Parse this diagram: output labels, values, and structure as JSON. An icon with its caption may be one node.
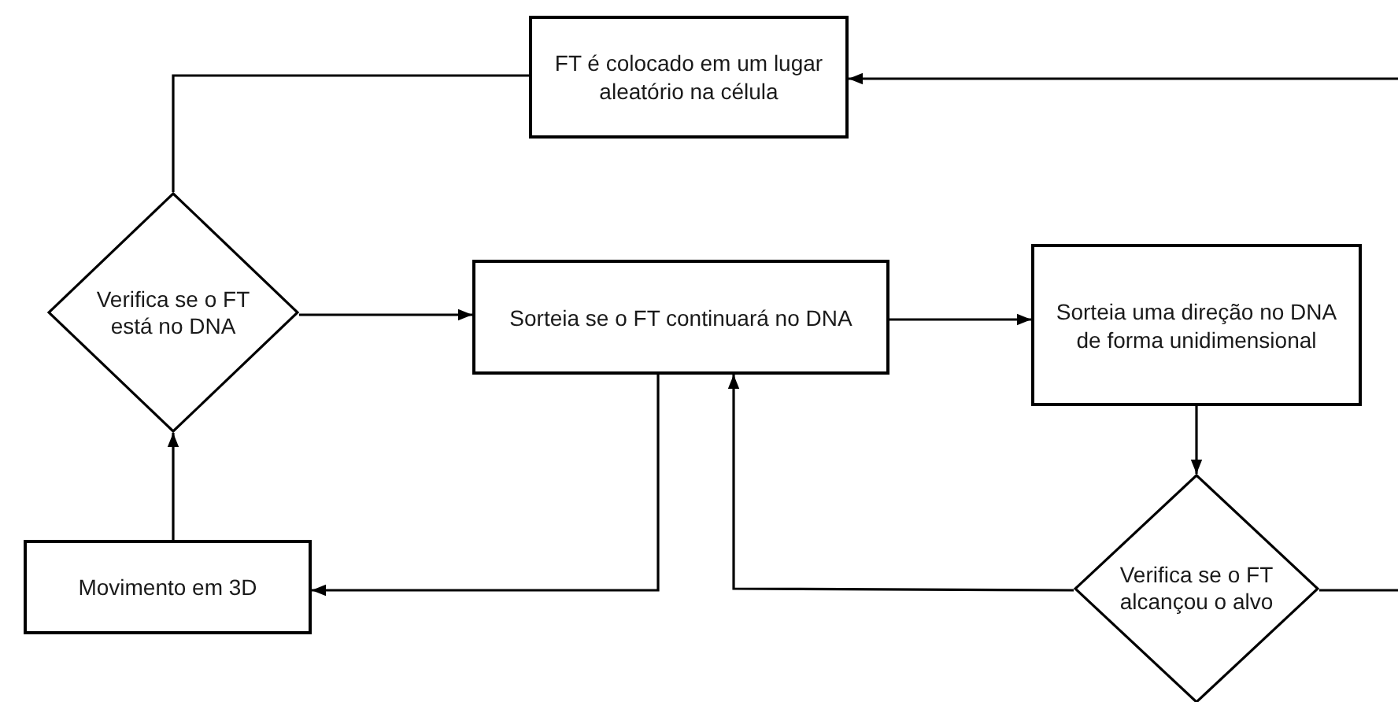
{
  "diagram": {
    "nodes": [
      {
        "text": [
          "FT é colocado em um lugar aleatório na célula"
        ]
      },
      {
        "text": [
          "Verifica se o FT está no DNA"
        ]
      },
      {
        "text": [
          "Sorteia se o FT continuará no DNA"
        ]
      },
      {
        "text": [
          "Sorteia uma direção no DNA de forma unidimensional"
        ]
      },
      {
        "text": [
          "Movimento em 3D"
        ]
      },
      {
        "text": [
          "Verifica se o FT alcançou o alvo"
        ]
      }
    ],
    "edges": [
      {
        "from": null,
        "to": 0,
        "arrow": "to"
      },
      {
        "from": 0,
        "to": 1,
        "arrow": "none"
      },
      {
        "from": 1,
        "to": 2,
        "arrow": "to"
      },
      {
        "from": 2,
        "to": 3,
        "arrow": "to"
      },
      {
        "from": 3,
        "to": 5,
        "arrow": "to"
      },
      {
        "from": 5,
        "to": 2,
        "arrow": "to"
      },
      {
        "from": 5,
        "to": null,
        "arrow": "none"
      },
      {
        "from": 2,
        "to": 4,
        "arrow": "to"
      },
      {
        "from": 4,
        "to": 1,
        "arrow": "to"
      }
    ]
  }
}
